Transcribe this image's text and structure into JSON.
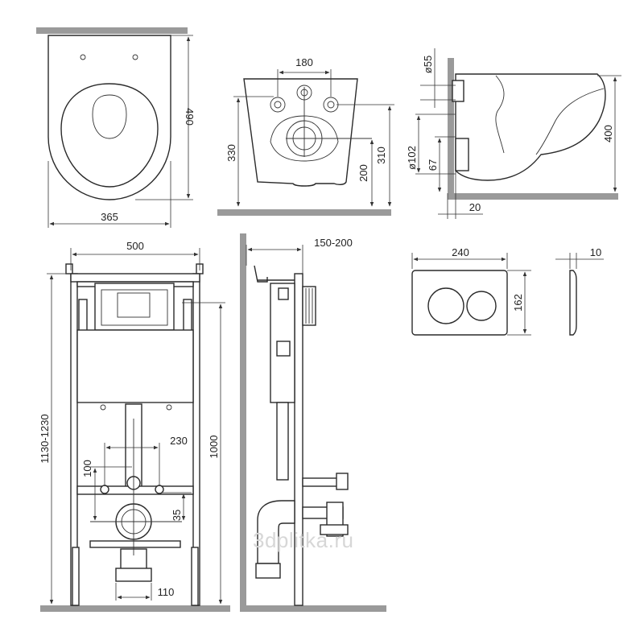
{
  "dims": {
    "top_view": {
      "width": "365",
      "depth": "490"
    },
    "front_view": {
      "holes": "180",
      "height": "330",
      "outlet": "200",
      "inlet": "310"
    },
    "side_view": {
      "pipe_dia": "ø55",
      "outlet_dia": "ø102",
      "outlet_h": "67",
      "height": "400",
      "offset": "20"
    },
    "frame_front": {
      "width": "500",
      "height": "1130-1230",
      "spacing": "230",
      "h100": "100",
      "h1000": "1000",
      "h35": "35",
      "w110": "110"
    },
    "frame_side": {
      "depth": "150-200"
    },
    "button": {
      "width": "240",
      "height": "162",
      "thickness": "10"
    }
  },
  "watermark": "3dplitka.ru"
}
